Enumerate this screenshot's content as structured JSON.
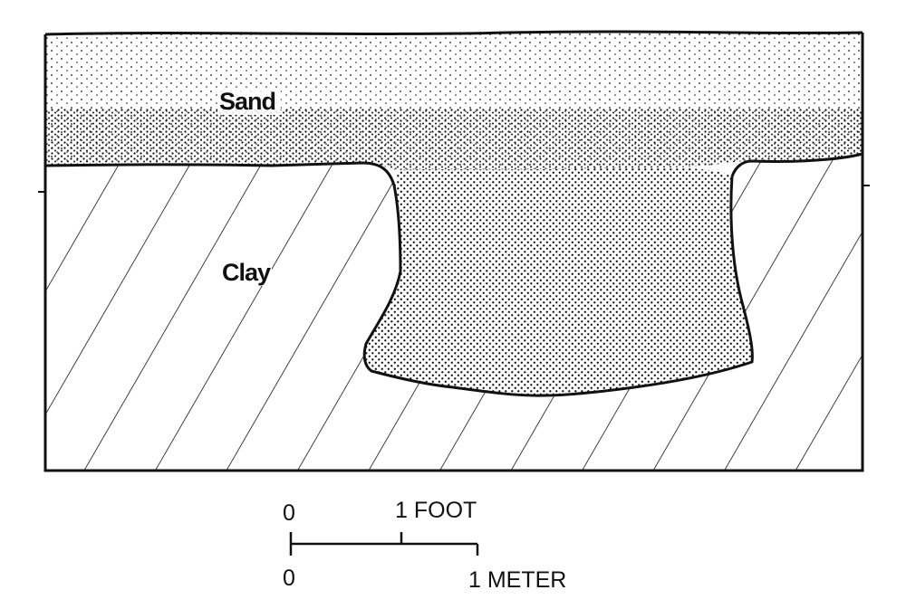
{
  "diagram": {
    "layers": {
      "sand": "Sand",
      "clay": "Clay"
    },
    "scale_bar": {
      "top_zero": "0",
      "top_end": "1 FOOT",
      "bottom_zero": "0",
      "bottom_end": "1 METER"
    },
    "colors": {
      "ink": "#111111",
      "paper": "#ffffff"
    }
  }
}
